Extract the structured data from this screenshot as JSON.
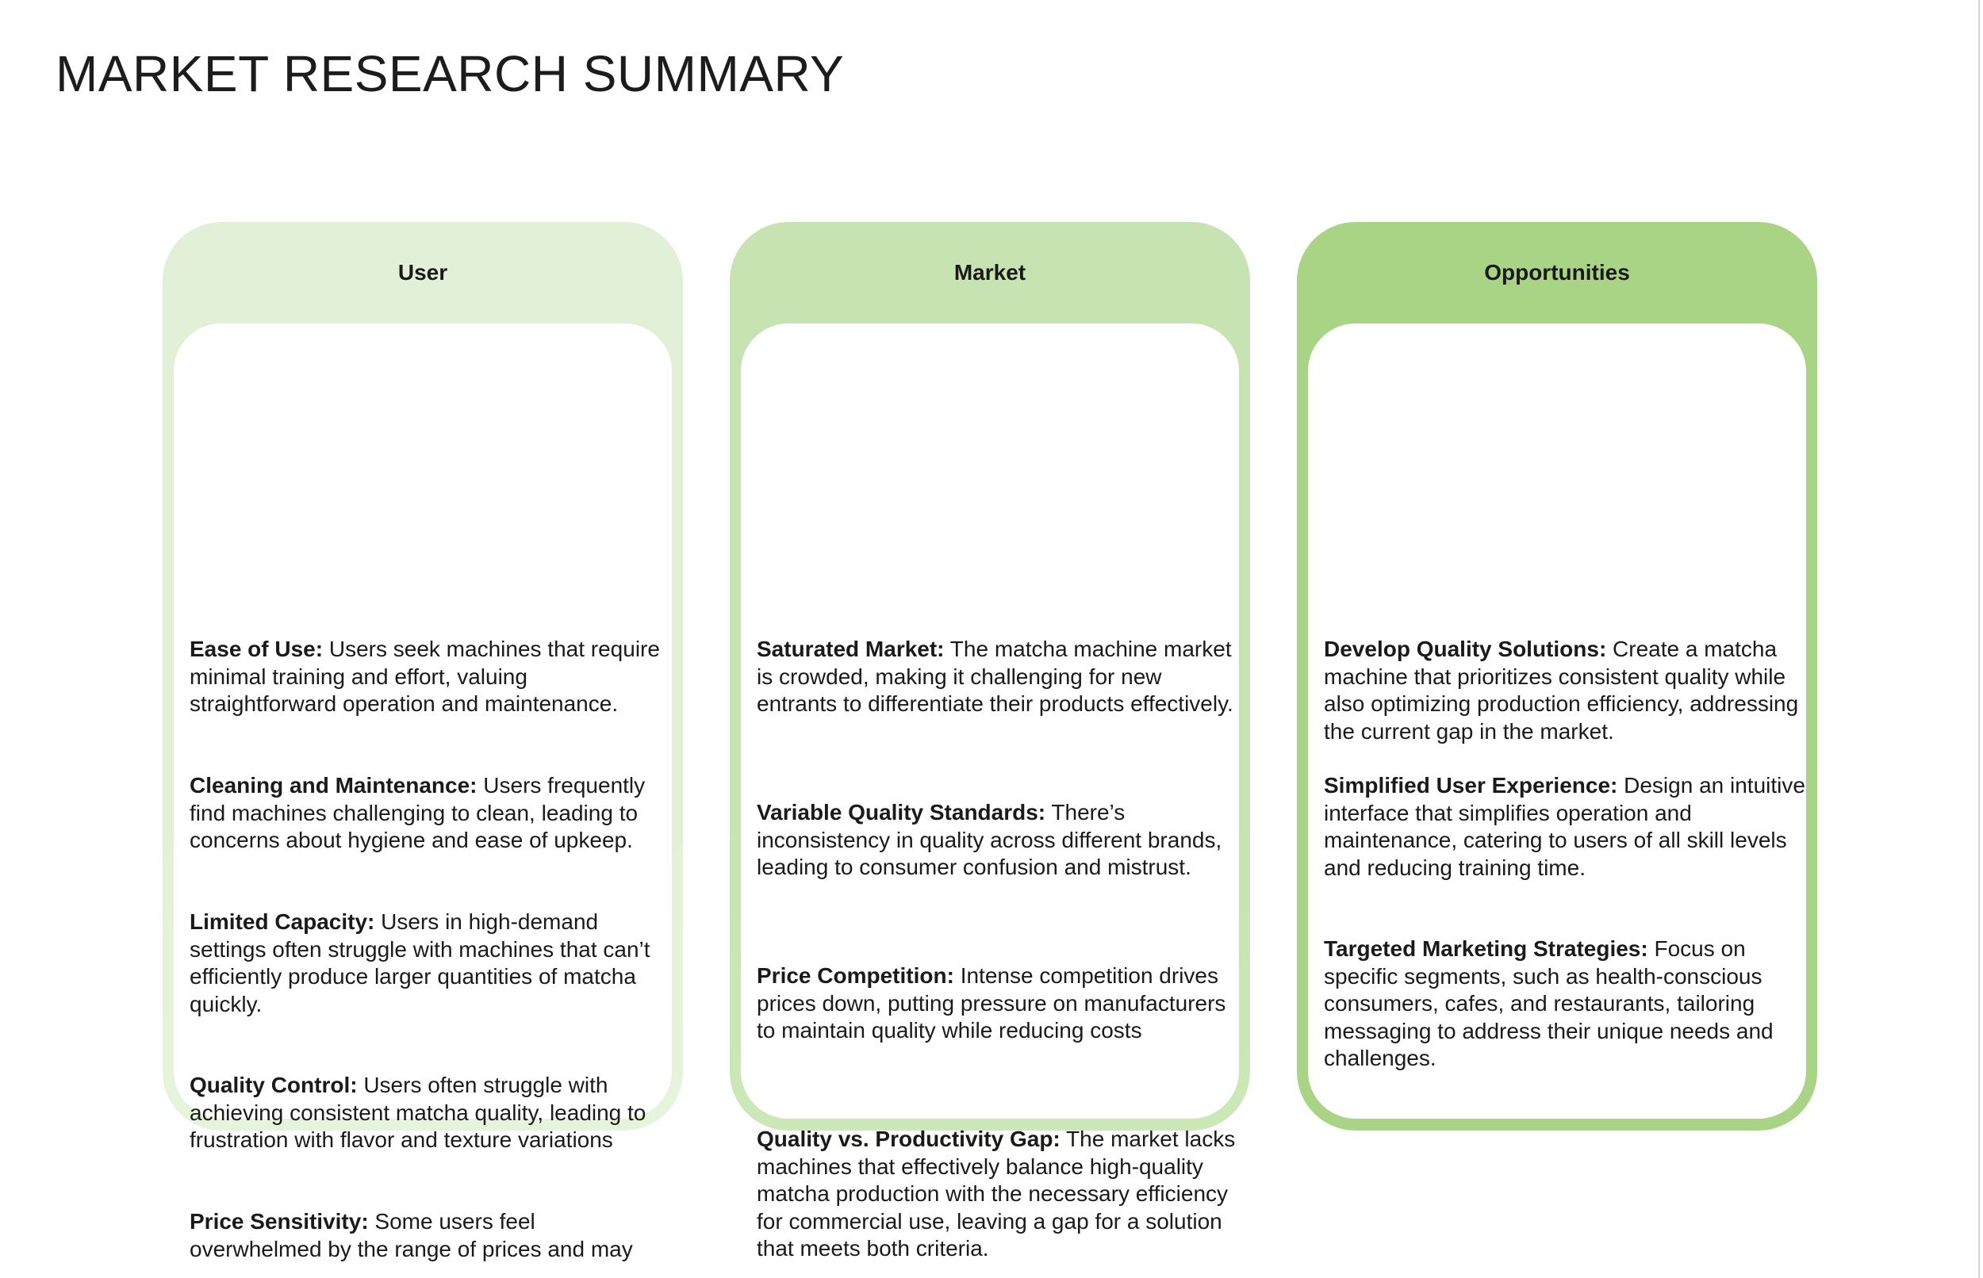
{
  "page": {
    "title": "MARKET RESEARCH SUMMARY"
  },
  "colors": {
    "user_header": "#e3f0d8",
    "market_header": "#c7e3b2",
    "opportunities_header": "#a9d486"
  },
  "columns": {
    "user": {
      "header": "User",
      "items": [
        {
          "title": "Ease of Use:",
          "text": " Users seek machines that require minimal training and effort, valuing straightforward operation and maintenance."
        },
        {
          "title": "Cleaning and Maintenance:",
          "text": " Users frequently find machines challenging to clean, leading to concerns about hygiene and ease of upkeep."
        },
        {
          "title": "Limited Capacity:",
          "text": " Users in high-demand settings often struggle with machines that can’t efficiently produce larger quantities of matcha quickly."
        },
        {
          "title": "Quality Control:",
          "text": " Users often struggle with achieving consistent matcha quality, leading to frustration with flavor and texture variations"
        },
        {
          "title": "Price Sensitivity:",
          "text": " Some users feel overwhelmed by the range of prices and may"
        }
      ]
    },
    "market": {
      "header": "Market",
      "items": [
        {
          "title": "Saturated Market:",
          "text": " The matcha machine market is crowded, making it challenging for new entrants to differentiate their products effectively."
        },
        {
          "title": "Variable Quality Standards:",
          "text": " There’s inconsistency in quality across different brands, leading to consumer confusion and mistrust."
        },
        {
          "title": "Price Competition:",
          "text": " Intense competition drives prices down, putting pressure on manufacturers to maintain quality while reducing costs"
        },
        {
          "title": "Quality vs. Productivity Gap:",
          "text": " The market lacks machines that effectively balance high-quality matcha production with the necessary efficiency for commercial use, leaving a gap for a solution that meets both criteria."
        }
      ]
    },
    "opportunities": {
      "header": "Opportunities",
      "items": [
        {
          "title": "Develop Quality Solutions:",
          "text": " Create a matcha machine that prioritizes consistent quality while also optimizing production efficiency, addressing the current gap in the market."
        },
        {
          "title": "Simplified User Experience:",
          "text": " Design an intuitive interface that simplifies operation and maintenance, catering to users of all skill levels and reducing training time."
        },
        {
          "title": "Targeted Marketing Strategies:",
          "text": " Focus on specific segments, such as health-conscious consumers, cafes, and restaurants, tailoring messaging to address their unique needs and challenges."
        }
      ]
    }
  }
}
